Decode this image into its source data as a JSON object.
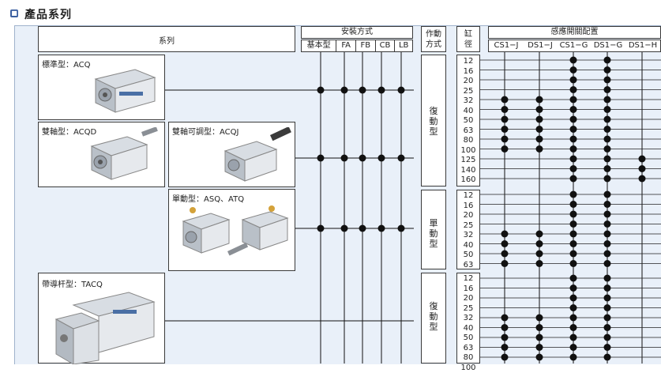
{
  "header": {
    "title": "產品系列"
  },
  "table": {
    "series_header": "系列",
    "mount_header": "安裝方式",
    "mount_cols": [
      "基本型",
      "FA",
      "FB",
      "CB",
      "LB"
    ],
    "action_header": "作動方式",
    "bore_header": "缸徑",
    "sensor_header": "感應開關配置",
    "sensor_cols": [
      "CS1−J",
      "DS1−J",
      "CS1−G",
      "DS1−G",
      "DS1−H"
    ]
  },
  "products": [
    {
      "label": "標準型：ACQ"
    },
    {
      "label": "雙軸型：ACQD"
    },
    {
      "label": "雙軸可調型：ACQJ"
    },
    {
      "label": "單動型：ASQ、ATQ"
    },
    {
      "label": "帶導杆型：TACQ"
    }
  ],
  "groups": [
    {
      "action": "復動型",
      "sizes": [
        "12",
        "16",
        "20",
        "25",
        "32",
        "40",
        "50",
        "63",
        "80",
        "100",
        "125",
        "140",
        "160"
      ]
    },
    {
      "action": "單動型",
      "sizes": [
        "12",
        "16",
        "20",
        "25",
        "32",
        "40",
        "50",
        "63"
      ]
    },
    {
      "action": "復動型",
      "sizes": [
        "12",
        "16",
        "20",
        "25",
        "32",
        "40",
        "50",
        "63",
        "80",
        "100"
      ]
    }
  ]
}
